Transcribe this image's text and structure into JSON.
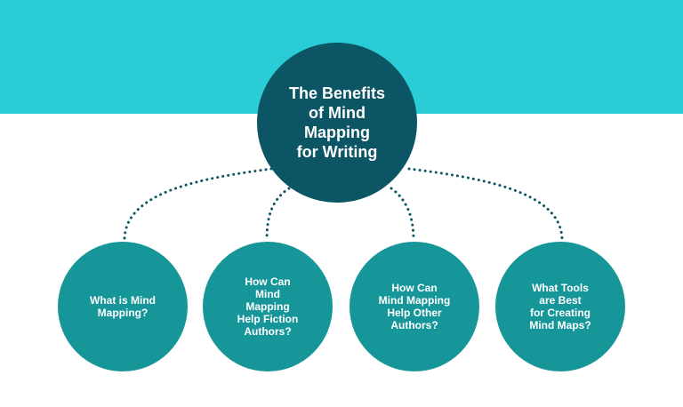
{
  "central": {
    "label": "The Benefits\nof Mind\nMapping\nfor Writing"
  },
  "topics": [
    {
      "label": "What is Mind\nMapping?"
    },
    {
      "label": "How Can\nMind\nMapping\nHelp Fiction\nAuthors?"
    },
    {
      "label": "How Can\nMind Mapping\nHelp Other\nAuthors?"
    },
    {
      "label": "What Tools\nare Best\nfor Creating\nMind Maps?"
    }
  ],
  "colors": {
    "banner": "#2acdd6",
    "central": "#0b5565",
    "topic": "#17969a",
    "connector": "#0b5565"
  }
}
